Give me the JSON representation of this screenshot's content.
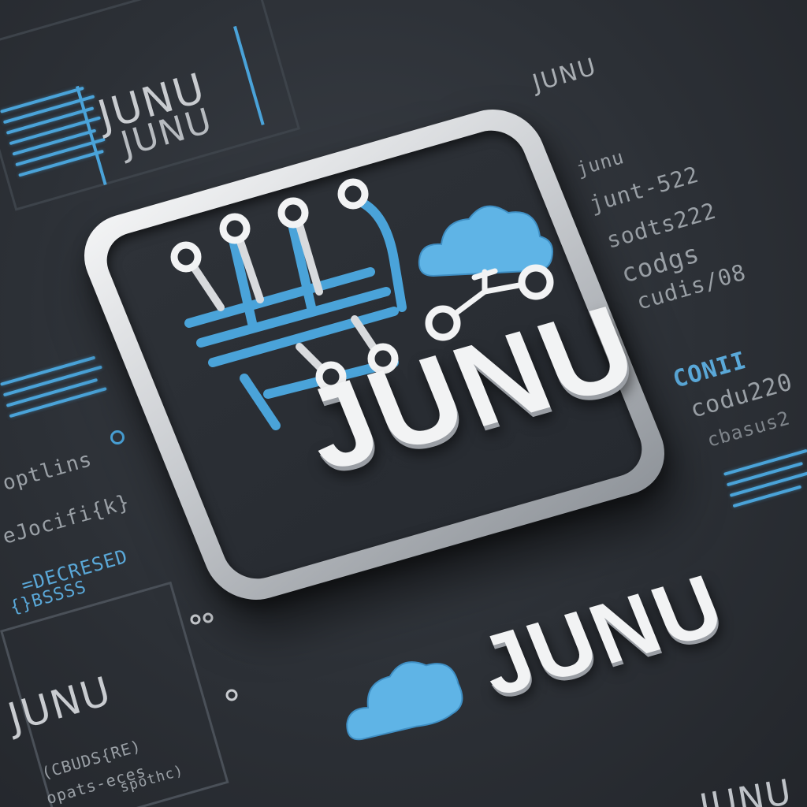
{
  "brand": {
    "name": "JUNU",
    "accent_color": "#4aa3d9",
    "cloud_color": "#5fb4e6",
    "background_color": "#2c3036",
    "badge_color": "#d8dadd"
  },
  "background_labels": {
    "top_left_1": "JUNU",
    "top_left_2": "JUNU",
    "top_right": "JUNU",
    "bottom_left": "JUNU",
    "bottom_right": "JUNU"
  },
  "code_snippets": {
    "right_1": "junu",
    "right_2": "junt-522",
    "right_3": "sodts222",
    "right_4": "codgs",
    "right_5": "cudis/08",
    "right_6": "CONII",
    "right_7": "codu220",
    "right_8": "cbasus2",
    "left_1": "optlins",
    "left_2": "eJocifi{k}",
    "left_3": "=DECRESED",
    "left_4": "{}BSSSS",
    "bottom_left_1": "(CBUDS{RE)",
    "bottom_left_2": "opats-eces",
    "bottom_left_3": "spothc)"
  },
  "icons": {
    "circuit": "circuit-icon",
    "cloud_network": "cloud-network-icon",
    "cloud": "cloud-icon"
  }
}
